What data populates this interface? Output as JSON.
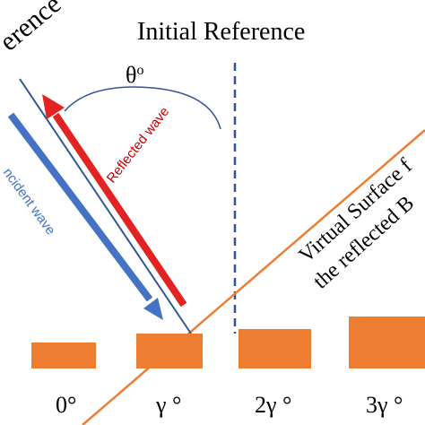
{
  "labels": {
    "initial_reference": "Initial Reference",
    "rotated_reference_fragment": "erence",
    "angle_symbol": "θ",
    "angle_degree": "o",
    "reflected_wave": "Reflected wave",
    "incident_wave": "ncident wave",
    "virtual_surface_line1": "Virtual Surface f",
    "virtual_surface_line2": "the reflected B",
    "positions": [
      "0°",
      "γ °",
      "2γ °",
      "3γ °"
    ]
  },
  "colors": {
    "background": "#ffffff",
    "reference_line": "#2f5597",
    "incident_arrow": "#4472c4",
    "incident_label": "#4472c4",
    "reflected_arrow": "#e32222",
    "reflected_label": "#c00000",
    "virtual_surface_line": "#ed7d31",
    "blocks": "#ed7d31",
    "text": "#000000",
    "arc": "#2f5597"
  }
}
